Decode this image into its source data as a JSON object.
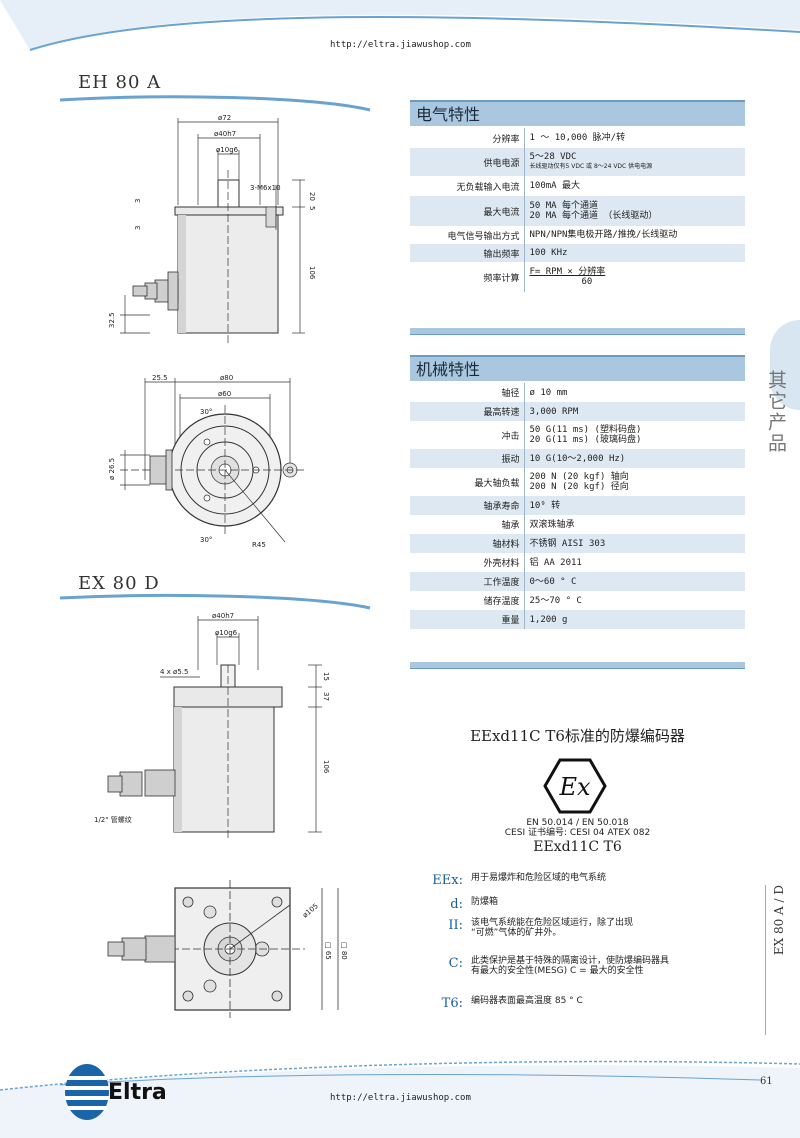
{
  "header": {
    "url": "http://eltra.jiawushop.com"
  },
  "footer": {
    "url": "http://eltra.jiawushop.com",
    "page_number": "61",
    "logo": "Eltra"
  },
  "side": {
    "category": "其它产品",
    "codes": "EX 80 A / D"
  },
  "models": {
    "top": "EH 80 A",
    "bottom": "EX 80 D"
  },
  "drawings": {
    "eh_side": {
      "d72": "ø72",
      "d40": "ø40h7",
      "d10": "ø10g6",
      "m6": "3-M6x10",
      "h20": "20",
      "h5": "5",
      "h106": "106",
      "s3a": "3",
      "s3b": "3",
      "h32": "32.5"
    },
    "eh_front": {
      "w25": "25.5",
      "d80": "ø80",
      "d60": "ø60",
      "a30a": "30°",
      "a30b": "30°",
      "d26": "ø 26.5",
      "r45": "R45"
    },
    "ex_side": {
      "d40": "ø40h7",
      "d10": "ø10g6",
      "holes": "4 x ø5.5",
      "h15": "15",
      "h37": "37",
      "h106": "106",
      "thread": "1/2\" 管螺纹"
    },
    "ex_front": {
      "d105": "ø105",
      "s65": "□ 65",
      "s80": "□ 80"
    }
  },
  "electrical": {
    "title": "电气特性",
    "rows": [
      {
        "k": "分辨率",
        "v": "1 ～ 10,000 脉冲/转"
      },
      {
        "k": "供电电源",
        "v": "5～28 VDC",
        "v2": "长线驱动仅有5 VDC 或 8～24 VDC 供电电源"
      },
      {
        "k": "无负载输入电流",
        "v": "100mA 最大"
      },
      {
        "k": "最大电流",
        "v": "50 MA 每个通道",
        "v2": "20 MA 每个通道 （长线驱动）"
      },
      {
        "k": "电气信号输出方式",
        "v": "NPN/NPN集电极开路/推挽/长线驱动"
      },
      {
        "k": "输出频率",
        "v": "100 KHz"
      },
      {
        "k": "频率计算",
        "v": "F= RPM × 分辨率",
        "v2": "60"
      }
    ]
  },
  "mechanical": {
    "title": "机械特性",
    "rows": [
      {
        "k": "轴径",
        "v": "ø 10 mm"
      },
      {
        "k": "最高转速",
        "v": "3,000 RPM"
      },
      {
        "k": "冲击",
        "v": "50 G(11 ms) (塑料码盘)",
        "v2": "20 G(11 ms) (玻璃码盘)"
      },
      {
        "k": "振动",
        "v": "10 G(10～2,000 Hz)"
      },
      {
        "k": "最大轴负载",
        "v": "200 N (20 kgf) 轴向",
        "v2": "200 N (20 kgf) 径向"
      },
      {
        "k": "轴承寿命",
        "v": "10⁹ 转"
      },
      {
        "k": "轴承",
        "v": "双滚珠轴承"
      },
      {
        "k": "轴材料",
        "v": "不锈钢 AISI 303"
      },
      {
        "k": "外壳材料",
        "v": "铝 AA 2011"
      },
      {
        "k": "工作温度",
        "v": "0～60 ° C"
      },
      {
        "k": "储存温度",
        "v": " 25～70 ° C"
      },
      {
        "k": "重量",
        "v": "1,200 g"
      }
    ]
  },
  "explosion": {
    "title": "EExd11C T6标准的防爆编码器",
    "std": "EN 50.014 / EN 50.018",
    "cert": "CESI 证书编号: CESI 04 ATEX 082",
    "code": "EExd11C T6",
    "logo_text": "Ex",
    "legend": [
      {
        "sym": "EEx:",
        "txt": "用于易爆炸和危险区域的电气系统"
      },
      {
        "sym": "d:",
        "txt": "防爆箱"
      },
      {
        "sym": "II:",
        "txt": "该电气系统能在危险区域运行，除了出现",
        "txt2": "“可燃”气体的矿井外。"
      },
      {
        "sym": "C:",
        "txt": "此类保护是基于特殊的隔离设计，使防爆编码器具",
        "txt2": "有最大的安全性(MESG) C = 最大的安全性"
      },
      {
        "sym": "T6:",
        "txt": "编码器表面最高温度 85 ° C"
      }
    ]
  }
}
